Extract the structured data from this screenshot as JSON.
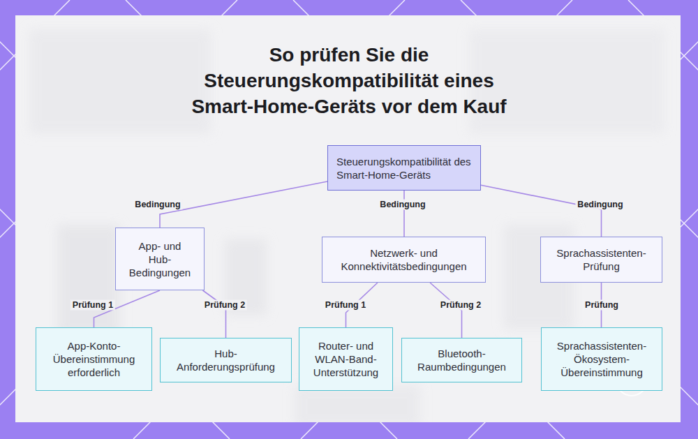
{
  "diagram": {
    "title": "So prüfen Sie die Steuerungskompatibilität eines Smart-Home-Geräts vor dem Kauf",
    "nodes": [
      {
        "text": [
          "Steuerungskompatibilität des Smart-Home-Geräts"
        ]
      },
      {
        "text": [
          "App- und Hub-Bedingungen"
        ]
      },
      {
        "text": [
          "Netzwerk- und Konnektivitätsbedingungen"
        ]
      },
      {
        "text": [
          "Sprachassistenten-Prüfung"
        ]
      },
      {
        "text": [
          "App-Konto-Übereinstimmung erforderlich"
        ]
      },
      {
        "text": [
          "Hub-Anforderungsprüfung"
        ]
      },
      {
        "text": [
          "Router- und WLAN-Band-Unterstützung"
        ]
      },
      {
        "text": [
          "Bluetooth-Raumbedingungen"
        ]
      },
      {
        "text": [
          "Sprachassistenten-Ökosystem-Übereinstimmung"
        ]
      }
    ],
    "edges": [
      {
        "from": 0,
        "to": 1,
        "arrow": "none",
        "label": "Bedingung"
      },
      {
        "from": 0,
        "to": 2,
        "arrow": "none",
        "label": "Bedingung"
      },
      {
        "from": 0,
        "to": 3,
        "arrow": "none",
        "label": "Bedingung"
      },
      {
        "from": 1,
        "to": 4,
        "arrow": "none",
        "label": "Prüfung 1"
      },
      {
        "from": 1,
        "to": 5,
        "arrow": "none",
        "label": "Prüfung 2"
      },
      {
        "from": 2,
        "to": 6,
        "arrow": "none",
        "label": "Prüfung 1"
      },
      {
        "from": 2,
        "to": 7,
        "arrow": "none",
        "label": "Prüfung 2"
      },
      {
        "from": 3,
        "to": 8,
        "arrow": "none",
        "label": "Prüfung"
      }
    ]
  }
}
